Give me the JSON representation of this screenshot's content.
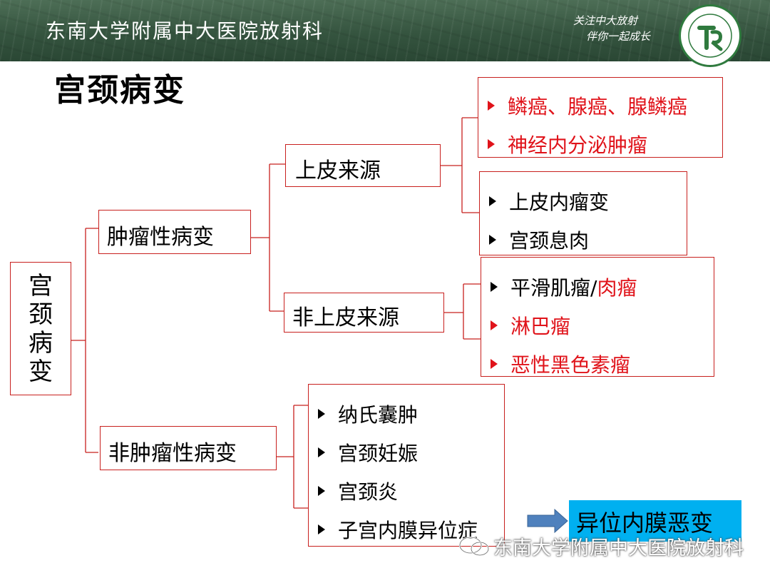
{
  "header": {
    "title": "东南大学附属中大医院放射科",
    "slogan_line1": "关注中大放射",
    "slogan_line2": "伴你一起成长"
  },
  "page_title": "宫颈病变",
  "diagram": {
    "root": [
      "宫",
      "颈",
      "病",
      "变"
    ],
    "neoplastic": {
      "label": "肿瘤性病变",
      "epithelial": {
        "label": "上皮来源",
        "group_a": [
          "鳞癌、腺癌、腺鳞癌",
          "神经内分泌肿瘤"
        ],
        "group_b": [
          "上皮内瘤变",
          "宫颈息肉"
        ]
      },
      "non_epithelial": {
        "label": "非上皮来源",
        "item1_black": "平滑肌瘤/",
        "item1_red": "肉瘤",
        "items_red": [
          "淋巴瘤",
          "恶性黑色素瘤"
        ]
      }
    },
    "non_neoplastic": {
      "label": "非肿瘤性病变",
      "items": [
        "纳氏囊肿",
        "宫颈妊娠",
        "宫颈炎",
        "子宫内膜异位症"
      ]
    },
    "result": "异位内膜恶变"
  },
  "watermark": "东南大学附属中大医院放射科",
  "colors": {
    "header_green": "#35543f",
    "box_border": "#c8201e",
    "red_text": "#e0131a",
    "result_fill": "#00b0f0",
    "arrow_fill": "#4f81bd"
  }
}
